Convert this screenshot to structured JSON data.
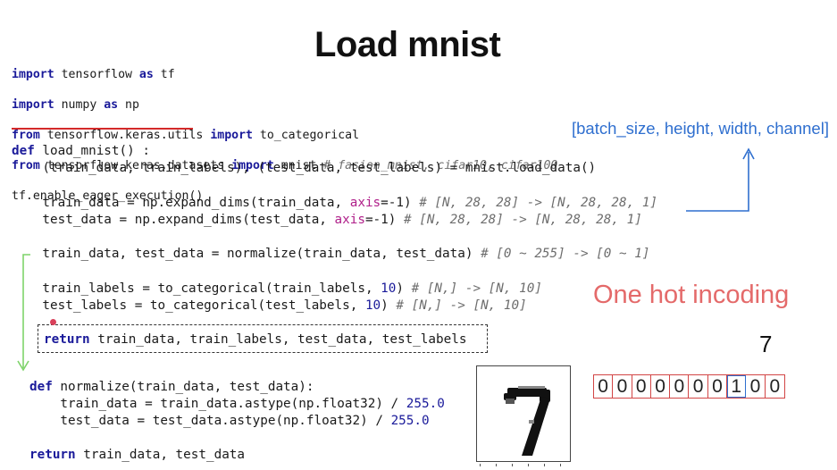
{
  "slide": {
    "title": "Load mnist",
    "shape_annotation": "[batch_size, height, width, channel]",
    "onehot_title": "One hot incoding",
    "label_digit": "7",
    "onehot_values": [
      "0",
      "0",
      "0",
      "0",
      "0",
      "0",
      "0",
      "1",
      "0",
      "0"
    ],
    "hot_index": 7
  },
  "imports": {
    "l1_kw1": "import",
    "l1_mod": " tensorflow ",
    "l1_kw2": "as",
    "l1_alias": " tf",
    "l2_kw1": "import",
    "l2_mod": " numpy ",
    "l2_kw2": "as",
    "l2_alias": " np",
    "l3_kw1": "from",
    "l3_mod": " tensorflow.keras.utils ",
    "l3_kw2": "import",
    "l3_name": " to_categorical",
    "l4_kw1": "from",
    "l4_mod": " tensorflow.keras.datasets ",
    "l4_kw2": "import",
    "l4_name": " mnist ",
    "l4_comment": "# fasion_mnist, cifar10, cifar100",
    "l5": "tf.enable_eager_execution()"
  },
  "load_fn": {
    "def_kw": "def",
    "signature": " load_mnist() :",
    "line1": "    (train_data, train_labels), (test_data, test_labels) = mnist.load_data()",
    "line2_a": "    train_data = np.expand_dims(train_data, ",
    "line2_arg": "axis",
    "line2_b": "=-1) ",
    "line2_comment": "# [N, 28, 28] -> [N, 28, 28, 1]",
    "line3_a": "    test_data = np.expand_dims(test_data, ",
    "line3_arg": "axis",
    "line3_b": "=-1) ",
    "line3_comment": "# [N, 28, 28] -> [N, 28, 28, 1]",
    "line4_a": "    train_data, test_data = normalize(train_data, test_data) ",
    "line4_comment": "# [0 ~ 255] -> [0 ~ 1]",
    "line5_a": "    train_labels = to_categorical(train_labels, ",
    "line5_num": "10",
    "line5_b": ") ",
    "line5_comment": "# [N,] -> [N, 10]",
    "line6_a": "    test_labels = to_categorical(test_labels, ",
    "line6_num": "10",
    "line6_b": ") ",
    "line6_comment": "# [N,] -> [N, 10]",
    "return_kw": "return",
    "return_rest": " train_data, train_labels, test_data, test_labels"
  },
  "normalize_fn": {
    "def_kw": "def",
    "signature": " normalize(train_data, test_data):",
    "line1": "    train_data = train_data.astype(np.float32) / ",
    "line1_num": "255.0",
    "line2": "    test_data = test_data.astype(np.float32) / ",
    "line2_num": "255.0",
    "return_kw": "return",
    "return_rest": " train_data, test_data"
  },
  "colors": {
    "keyword": "#1a1a9a",
    "comment": "#6d6d6d",
    "annotation_blue": "#2f6fcf",
    "onehot_red": "#e46a6a",
    "arrow_green": "#7ed36a",
    "underline_red": "#d42a2a"
  }
}
